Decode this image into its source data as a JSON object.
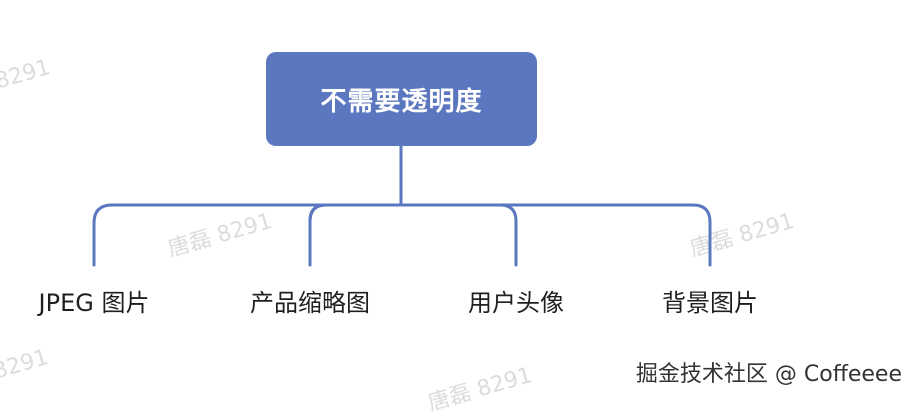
{
  "diagram": {
    "root": {
      "label": "不需要透明度"
    },
    "children": [
      {
        "label": "JPEG 图片"
      },
      {
        "label": "产品缩略图"
      },
      {
        "label": "用户头像"
      },
      {
        "label": "背景图片"
      }
    ]
  },
  "watermarks": {
    "top_left": "8291",
    "middle_left": "唐磊 8291",
    "middle_right": "唐磊 8291",
    "bottom_left": "8291",
    "bottom_center": "唐磊 8291"
  },
  "credit": "掘金技术社区 @ Coffeeee",
  "colors": {
    "root_fill": "#5b77bf",
    "connector": "#5b77bf",
    "watermark": "#dcdcdc",
    "text": "#1f1f1f"
  }
}
